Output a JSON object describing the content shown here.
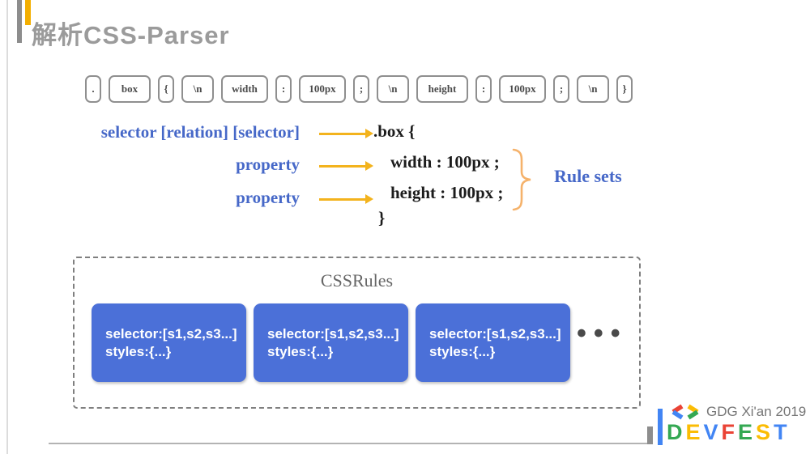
{
  "slide": {
    "title": "解析CSS-Parser",
    "tokens": [
      ".",
      "box",
      "{",
      "\\n",
      "width",
      ":",
      "100px",
      ";",
      "\\n",
      "height",
      ":",
      "100px",
      ";",
      "\\n",
      "}"
    ],
    "mapping": {
      "row1_label": "selector [relation] [selector]",
      "row2_label": "property",
      "row3_label": "property",
      "code_line1": ".box {",
      "code_line2": "width : 100px ;",
      "code_line3": "height : 100px ;",
      "code_line4": "}",
      "rule_sets_label": "Rule sets"
    },
    "cssrules": {
      "title": "CSSRules",
      "cards": [
        {
          "line1": "selector:[s1,s2,s3...]",
          "line2": "styles:{...}"
        },
        {
          "line1": "selector:[s1,s2,s3...]",
          "line2": "styles:{...}"
        },
        {
          "line1": "selector:[s1,s2,s3...]",
          "line2": "styles:{...}"
        }
      ],
      "ellipsis": "•••"
    },
    "footer": {
      "gdg_label": "GDG Xi'an 2019",
      "devfest_letters": [
        "D",
        "E",
        "V",
        "F",
        "E",
        "S",
        "T"
      ]
    },
    "colors": {
      "accent_blue": "#4668c8",
      "arrow_yellow": "#f3b31d",
      "card_blue": "#4b70d8",
      "title_gray": "#9b9b9b",
      "accent_gold": "#f3ae00",
      "brace_orange": "#f5b26b",
      "google_blue": "#4285f4",
      "google_red": "#ea4335",
      "google_yellow": "#fbbc04",
      "google_green": "#34a853"
    }
  }
}
